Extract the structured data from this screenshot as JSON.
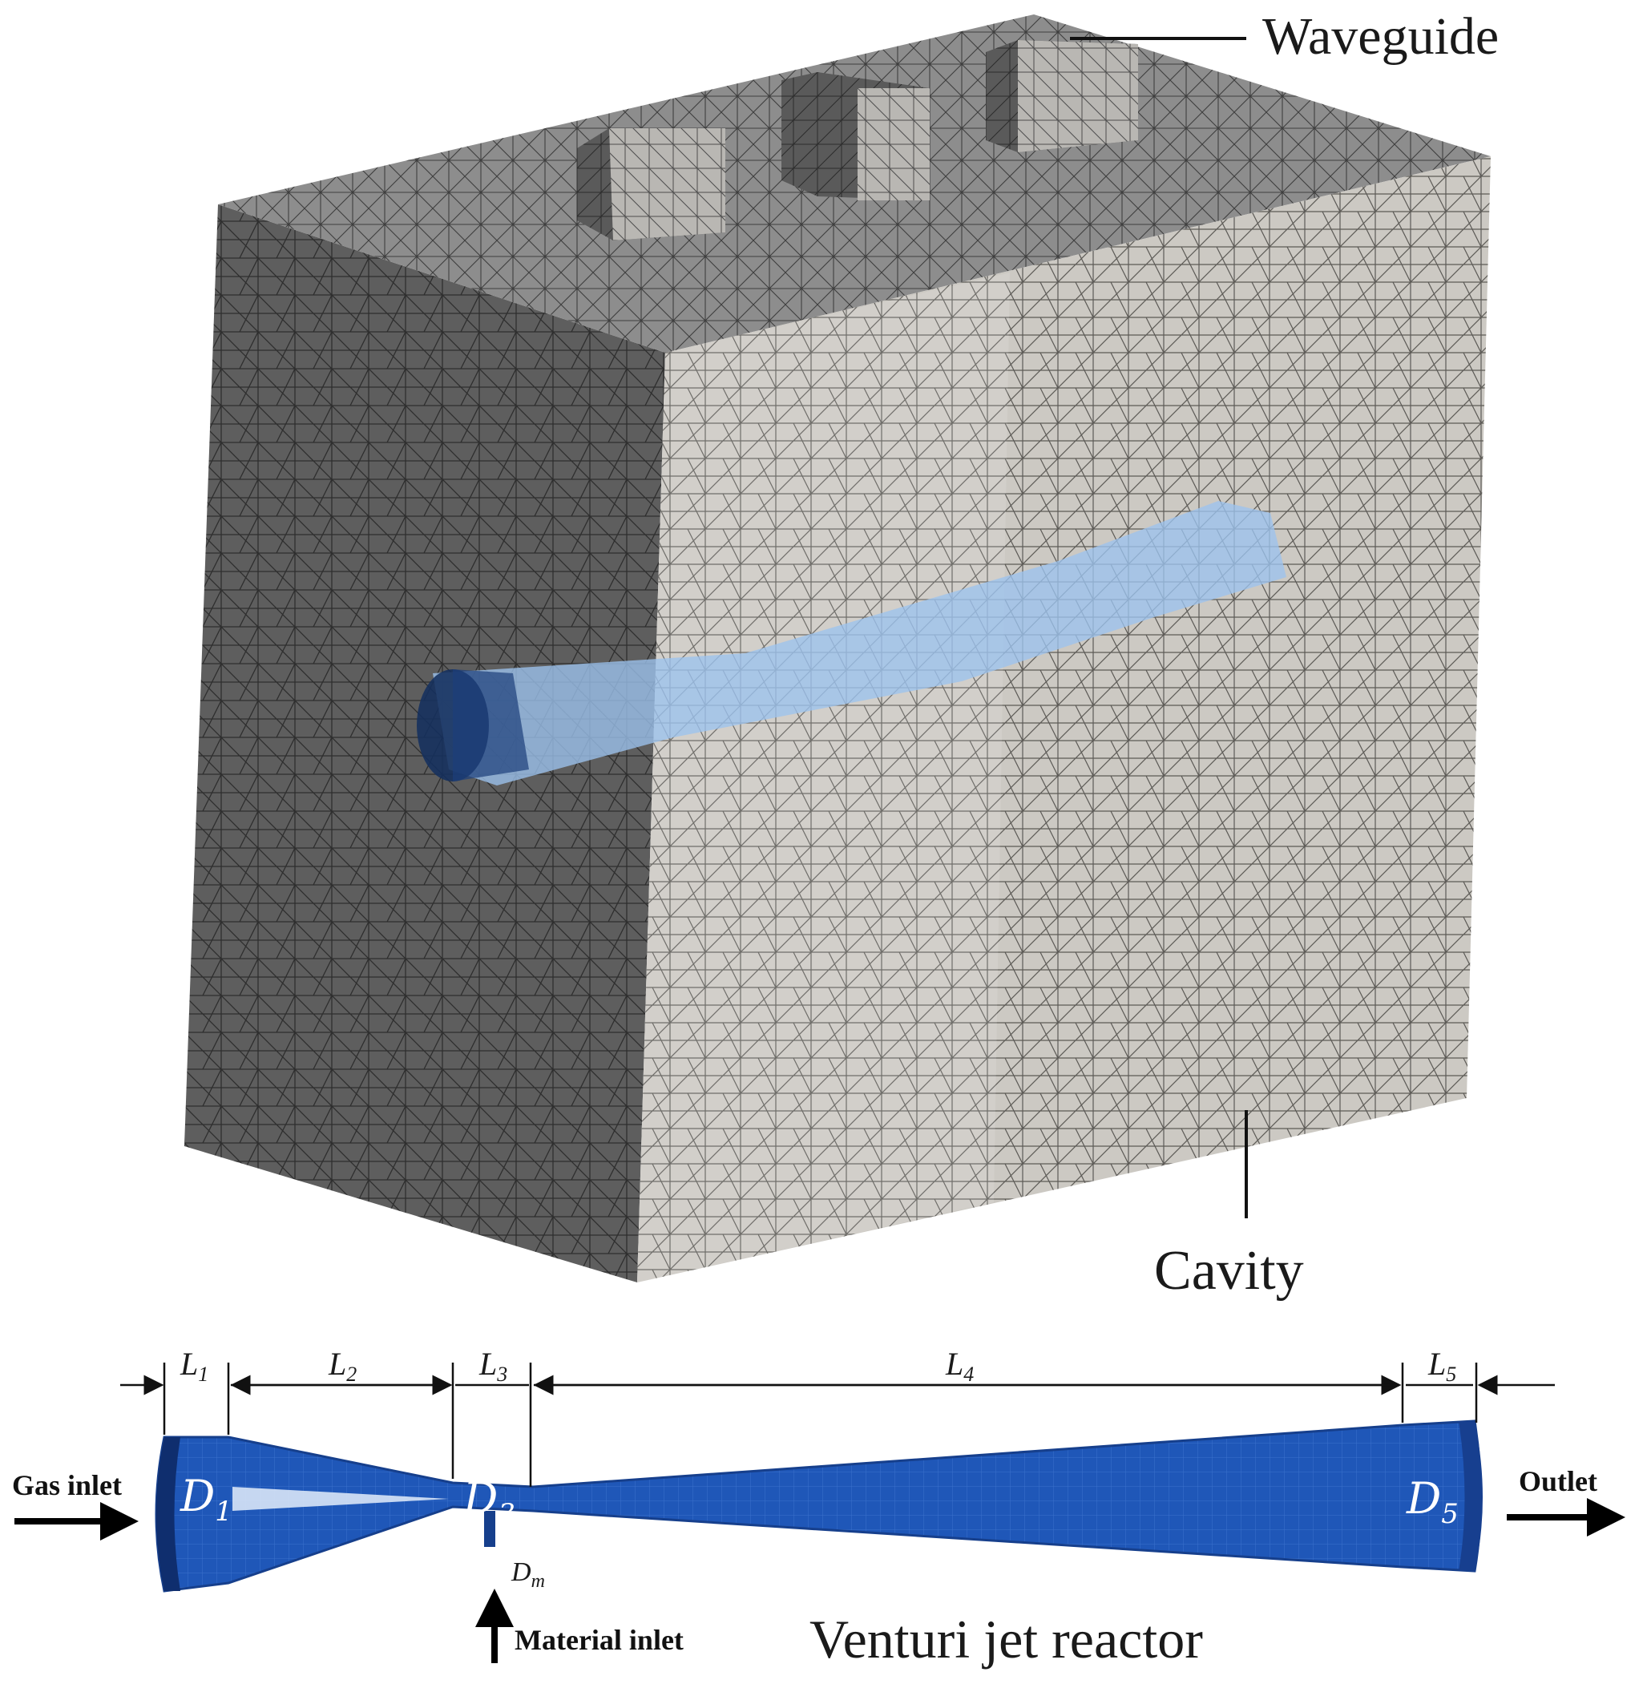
{
  "labels": {
    "waveguide": "Waveguide",
    "cavity": "Cavity",
    "reactor": "Venturi jet reactor",
    "gas_inlet": "Gas inlet",
    "outlet": "Outlet",
    "material_inlet": "Material inlet"
  },
  "lengths": [
    {
      "base": "L",
      "sub": "1"
    },
    {
      "base": "L",
      "sub": "2"
    },
    {
      "base": "L",
      "sub": "3"
    },
    {
      "base": "L",
      "sub": "4"
    },
    {
      "base": "L",
      "sub": "5"
    }
  ],
  "diameters": [
    {
      "base": "D",
      "sub": "1"
    },
    {
      "base": "D",
      "sub": "3"
    },
    {
      "base": "D",
      "sub": "5"
    }
  ],
  "material_diameter": {
    "base": "D",
    "sub": "m"
  },
  "colors": {
    "mesh_left": "#5a5a5a",
    "mesh_front": "#c9c6c0",
    "mesh_top": "#8a8a8a",
    "reactor_blue": "#1f57b8",
    "jet_blue": "#9cc3ee"
  }
}
